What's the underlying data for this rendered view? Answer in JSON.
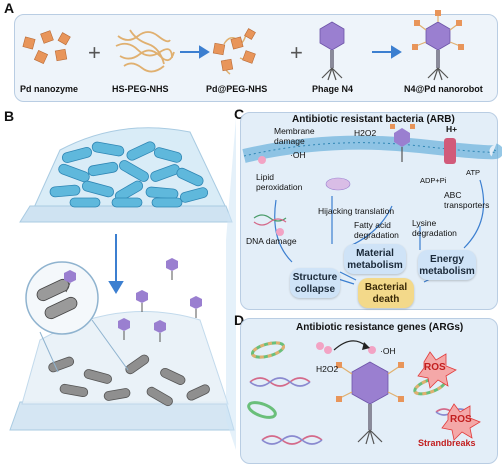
{
  "panel_a": {
    "label": "A",
    "items": [
      "Pd nanozyme",
      "HS-PEG-NHS",
      "Pd@PEG-NHS",
      "Phage N4",
      "N4@Pd nanorobot"
    ],
    "plus": "+"
  },
  "panel_b": {
    "label": "B"
  },
  "panel_c": {
    "label": "C",
    "title": "Antibiotic resistant bacteria (ARB)",
    "membrane_damage": "Membrane damage",
    "h2o2": "H2O2",
    "oh": "·OH",
    "h_plus": "H+",
    "adp_pi": "ADP+Pi",
    "atp": "ATP",
    "abc_transporters": "ABC transporters",
    "lipid_peroxidation": "Lipid peroxidation",
    "hijacking_translation": "Hijacking translation",
    "fatty_acid_degradation": "Fatty acid degradation",
    "lysine_degradation": "Lysine degradation",
    "dna_damage": "DNA damage",
    "material_metabolism": "Material metabolism",
    "energy_metabolism": "Energy metabolism",
    "structure_collapse": "Structure collapse",
    "bacterial_death": "Bacterial death"
  },
  "panel_d": {
    "label": "D",
    "title": "Antibiotic resistance genes (ARGs)",
    "h2o2": "H2O2",
    "oh": "·OH",
    "ros_1": "ROS",
    "ros_2": "ROS",
    "strandbreaks": "Strandbreaks"
  },
  "colors": {
    "panel_bg": "#e3eef8",
    "pill_bg": "#cfe3f7",
    "bacterial_death": "#f3d98a",
    "nanozyme": "#e8955a",
    "phage": "#9a7fd0",
    "membrane": "#6ab0dc",
    "ros": "#e23b3b",
    "arrow": "#3c7fd0"
  }
}
